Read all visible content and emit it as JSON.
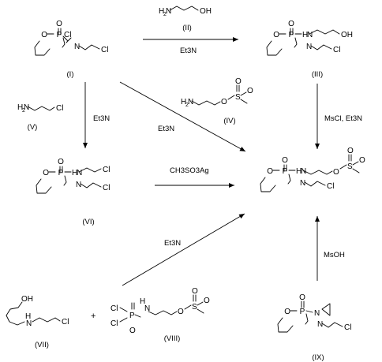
{
  "compounds": {
    "I": {
      "label": "(I)",
      "atoms": {
        "o": "O",
        "p": "P",
        "po": "O",
        "cl": "Cl",
        "n": "N",
        "cl2": "Cl"
      }
    },
    "II": {
      "label": "(II)",
      "atoms": {
        "h2n": "H",
        "two": "2",
        "n": "N",
        "oh": "OH"
      }
    },
    "III": {
      "label": "(III)",
      "atoms": {
        "o": "O",
        "p": "P",
        "po": "O",
        "nh": "H",
        "nn": "N",
        "oh": "OH",
        "n": "N",
        "cl": "Cl"
      }
    },
    "IV": {
      "label": "(IV)",
      "atoms": {
        "h2n": "H",
        "two": "2",
        "n": "N",
        "o": "O",
        "s": "S",
        "so1": "O",
        "so2": "O"
      }
    },
    "V": {
      "label": "(V)",
      "atoms": {
        "h2n": "H",
        "two": "2",
        "n": "N",
        "cl": "Cl"
      }
    },
    "VI": {
      "label": "(VI)",
      "atoms": {
        "o": "O",
        "p": "P",
        "po": "O",
        "nh": "H",
        "nn": "N",
        "cl": "Cl",
        "n": "N",
        "cl2": "Cl"
      }
    },
    "target": {
      "label": "",
      "atoms": {
        "o": "O",
        "p": "P",
        "po": "O",
        "nh": "H",
        "nn": "N",
        "oe": "O",
        "s": "S",
        "so1": "O",
        "so2": "O",
        "n": "N",
        "cl": "Cl"
      }
    },
    "VII": {
      "label": "(VII)",
      "atoms": {
        "oh": "OH",
        "h": "H",
        "n": "N",
        "cl": "Cl"
      }
    },
    "VIII": {
      "label": "(VIII)",
      "atoms": {
        "cl1": "Cl",
        "cl2": "Cl",
        "p": "P",
        "po": "O",
        "nh": "H",
        "nn": "N",
        "o": "O",
        "s": "S",
        "so1": "O",
        "so2": "O"
      }
    },
    "IX": {
      "label": "(IX)",
      "atoms": {
        "o": "O",
        "p": "P",
        "po": "O",
        "naz": "N",
        "n": "N",
        "cl": "Cl"
      }
    }
  },
  "plus": "+",
  "reagents": {
    "I_to_III": "Et3N",
    "V_to_VI": "Et3N",
    "I_to_target": "Et3N",
    "VI_to_target": "CH3SO3Ag",
    "III_to_target": "MsCl, Et3N",
    "VII_to_target": "Et3N",
    "IX_to_target": "MsOH"
  }
}
